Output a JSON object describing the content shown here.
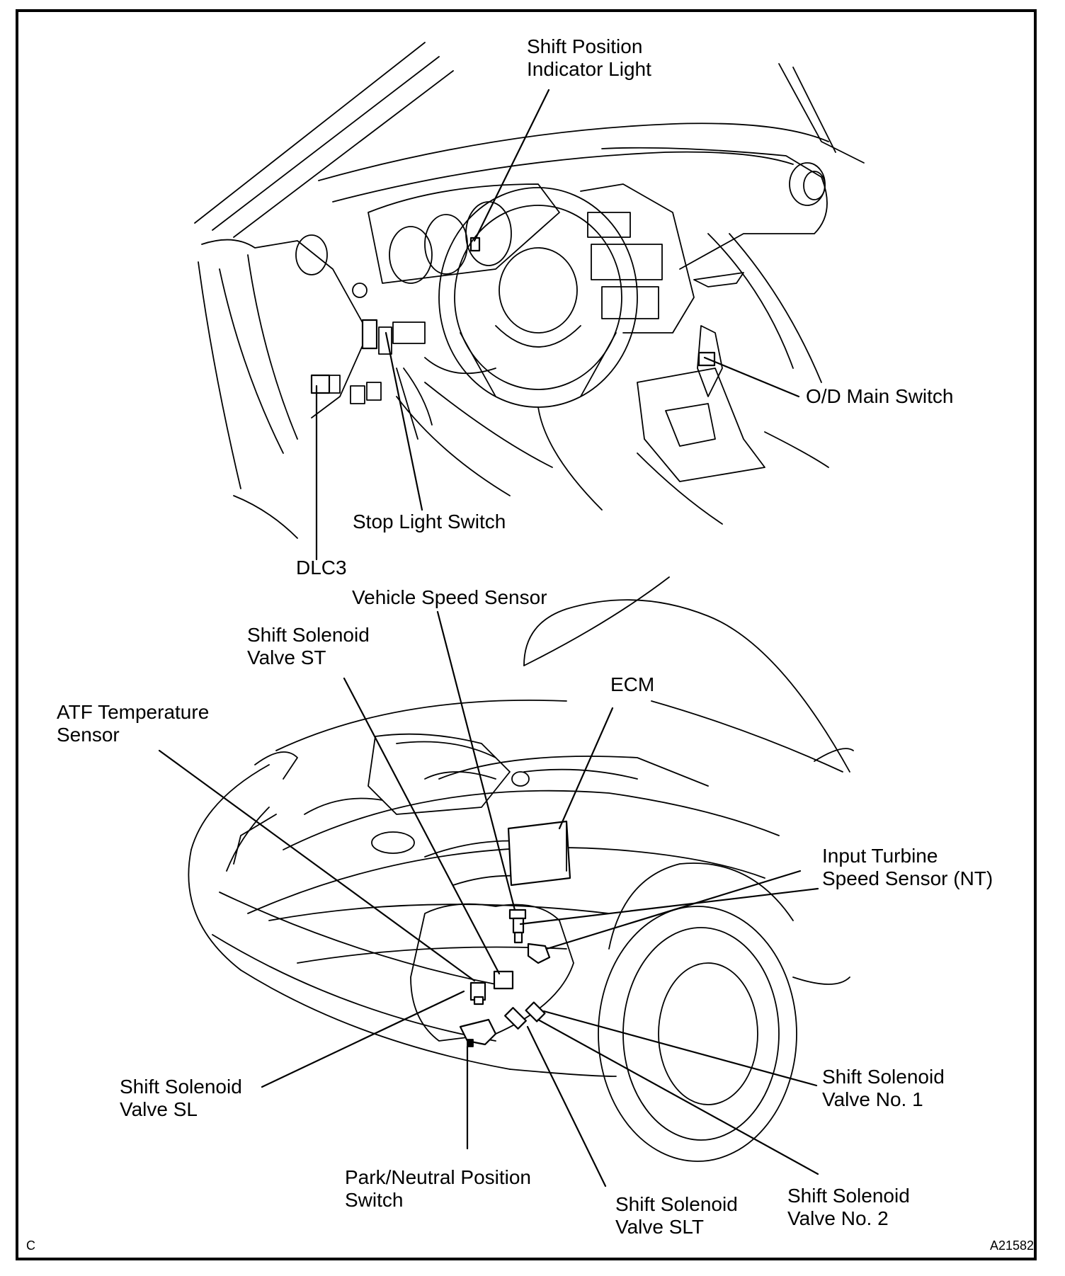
{
  "labels": {
    "shift_position_indicator_light": "Shift Position\nIndicator Light",
    "od_main_switch": "O/D Main Switch",
    "stop_light_switch": "Stop Light Switch",
    "dlc3": "DLC3",
    "vehicle_speed_sensor": "Vehicle Speed Sensor",
    "shift_solenoid_valve_st": "Shift Solenoid\nValve ST",
    "ecm": "ECM",
    "atf_temperature_sensor": "ATF Temperature\nSensor",
    "input_turbine_speed_sensor": "Input Turbine\nSpeed Sensor (NT)",
    "shift_solenoid_valve_sl": "Shift Solenoid\nValve SL",
    "shift_solenoid_valve_no1": "Shift Solenoid\nValve No. 1",
    "park_neutral_position_switch": "Park/Neutral Position\nSwitch",
    "shift_solenoid_valve_slt": "Shift Solenoid\nValve SLT",
    "shift_solenoid_valve_no2": "Shift Solenoid\nValve No. 2"
  },
  "corner_code": "C",
  "figure_id": "A21582"
}
